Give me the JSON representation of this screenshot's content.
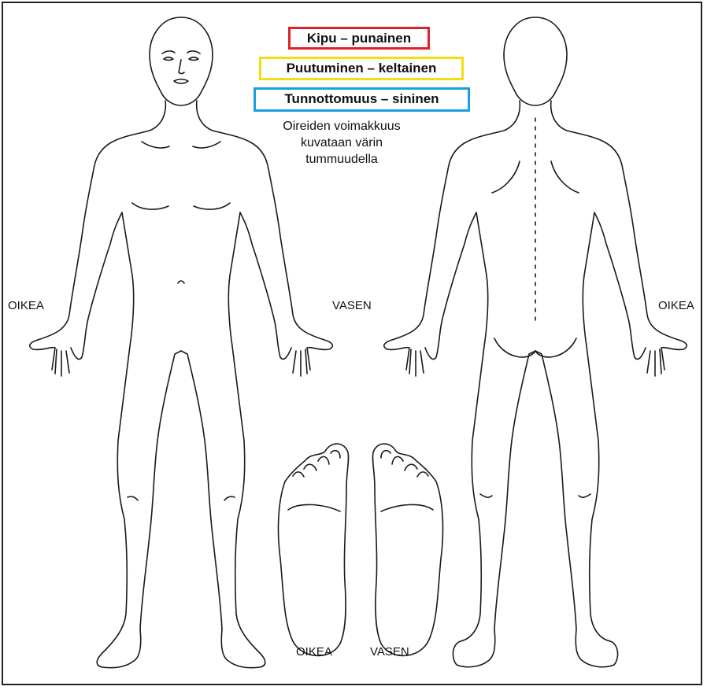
{
  "legend": {
    "pain": {
      "label": "Kipu – punainen",
      "color": "#e0202a"
    },
    "numbness": {
      "label": "Puutuminen – keltainen",
      "color": "#f2df10"
    },
    "insensitivity": {
      "label": "Tunnottomuus – sininen",
      "color": "#1a9ee0"
    }
  },
  "note": {
    "line1": "Oireiden voimakkuus",
    "line2": "kuvataan värin",
    "line3": "tummuudella"
  },
  "side_labels": {
    "front_right": "OIKEA",
    "front_left": "VASEN",
    "back_right": "OIKEA",
    "feet_right": "OIKEA",
    "feet_left": "VASEN"
  }
}
